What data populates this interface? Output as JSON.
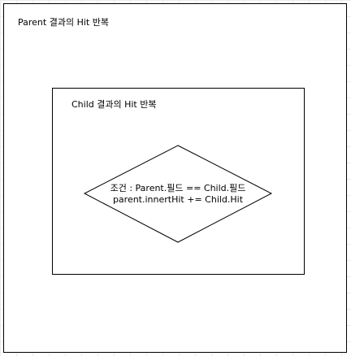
{
  "outer_box": {
    "label": "Parent 결과의 Hit 반복"
  },
  "inner_box": {
    "label": "Child 결과의 Hit 반복"
  },
  "decision": {
    "line1": "조건 : Parent.필드 == Child.필드",
    "line2": "parent.innertHit += Child.Hit"
  },
  "colors": {
    "stroke": "#000000",
    "fill": "#ffffff",
    "grid": "#ececec"
  }
}
